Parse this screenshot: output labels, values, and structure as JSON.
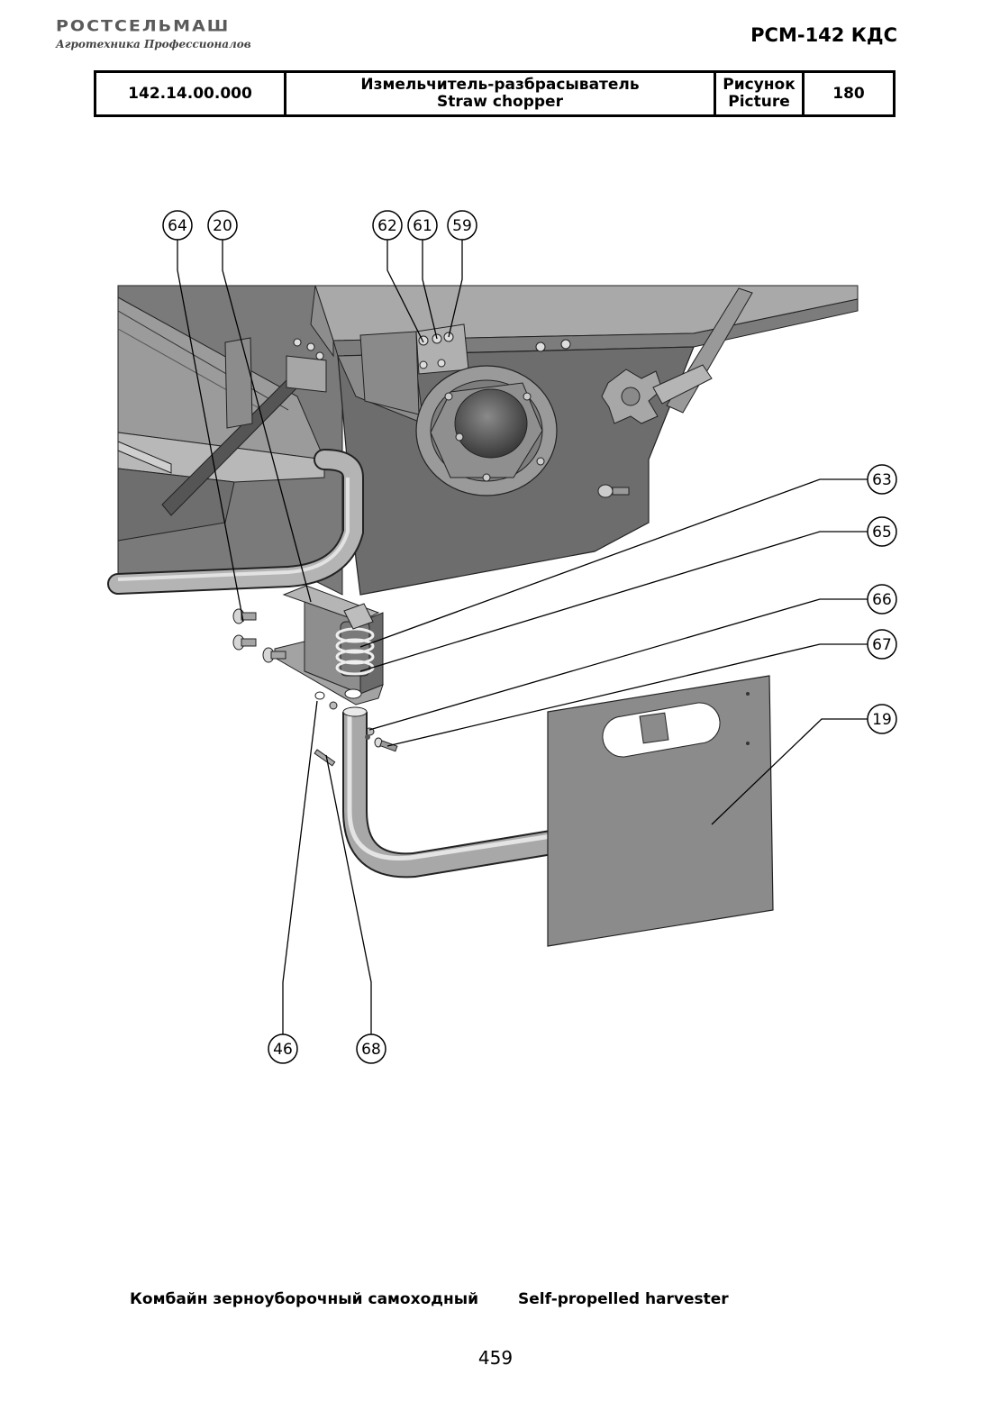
{
  "header": {
    "brand": "РОСТСЕЛЬМАШ",
    "tagline": "Агротехника Профессионалов",
    "model": "РСМ-142 КДС"
  },
  "title_block": {
    "code": "142.14.00.000",
    "name_ru": "Измельчитель-разбрасыватель",
    "name_en": "Straw chopper",
    "picture_label_ru": "Рисунок",
    "picture_label_en": "Picture",
    "picture_number": "180"
  },
  "callouts": {
    "c64": "64",
    "c20": "20",
    "c62": "62",
    "c61": "61",
    "c59": "59",
    "c63": "63",
    "c65": "65",
    "c66": "66",
    "c67": "67",
    "c19": "19",
    "c46": "46",
    "c68": "68"
  },
  "footer": {
    "caption_ru": "Комбайн зерноуборочный самоходный",
    "caption_en": "Self-propelled harvester",
    "page_number": "459"
  }
}
